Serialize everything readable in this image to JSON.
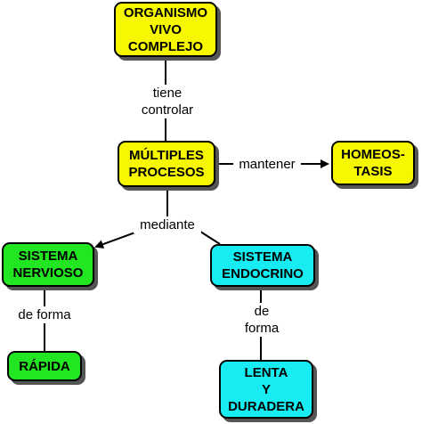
{
  "nodes": {
    "organismo": {
      "label": "ORGANISMO\nVIVO\nCOMPLEJO",
      "color": "#f7f700"
    },
    "multiples": {
      "label": "MÚLTIPLES\nPROCESOS",
      "color": "#f7f700"
    },
    "homeostasis": {
      "label": "HOMEOS-\nTASIS",
      "color": "#f7f700"
    },
    "nervioso": {
      "label": "SISTEMA\nNERVIOSO",
      "color": "#22e622"
    },
    "endocrino": {
      "label": "SISTEMA\nENDOCRINO",
      "color": "#16ecf2"
    },
    "rapida": {
      "label": "RÁPIDA",
      "color": "#22e622"
    },
    "lenta": {
      "label": "LENTA\nY\nDURADERA",
      "color": "#16ecf2"
    }
  },
  "links": {
    "tiene_controlar": "tiene\ncontrolar",
    "mantener": "mantener",
    "mediante": "mediante",
    "de_forma_left": "de forma",
    "de_forma_right": "de\nforma"
  }
}
